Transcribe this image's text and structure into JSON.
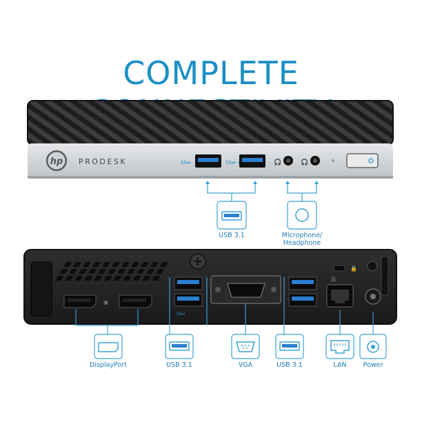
{
  "headline": "COMPLETE CONNECTIVITY",
  "brand": {
    "logo_text": "hp",
    "model": "PRODESK"
  },
  "front_labels": {
    "usb": "USB 3.1",
    "audio": "Microphone/ Headphone"
  },
  "rear_labels": {
    "displayport": "DisplayPort",
    "usb_left": "USB 3.1",
    "vga": "VGA",
    "usb_right": "USB 3.1",
    "lan": "LAN",
    "power": "Power"
  },
  "colors": {
    "accent": "#1c8fc7",
    "line": "#3aa0d8",
    "chassis": "#232323",
    "silver": "#cfd3d6"
  },
  "icons": [
    "usb-icon",
    "headphone-icon",
    "displayport-icon",
    "vga-icon",
    "lan-icon",
    "power-icon"
  ]
}
